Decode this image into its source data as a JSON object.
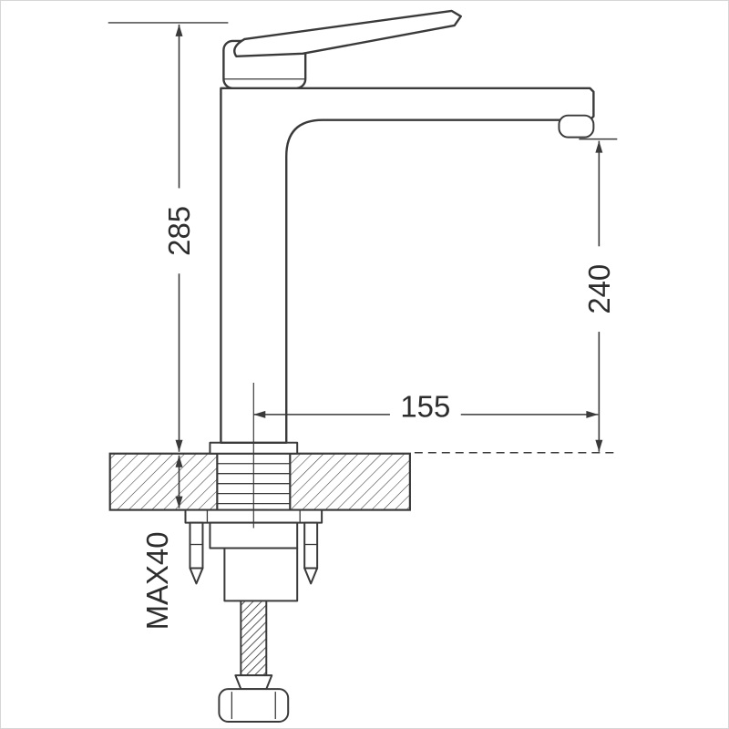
{
  "drawing": {
    "labels": {
      "overall_height": "285",
      "spout_height": "240",
      "spout_reach": "155",
      "max_deck_thickness": "MAX40"
    },
    "colors": {
      "background": "#ffffff",
      "line": "#3a3a3a",
      "text": "#2d2d2d"
    }
  }
}
